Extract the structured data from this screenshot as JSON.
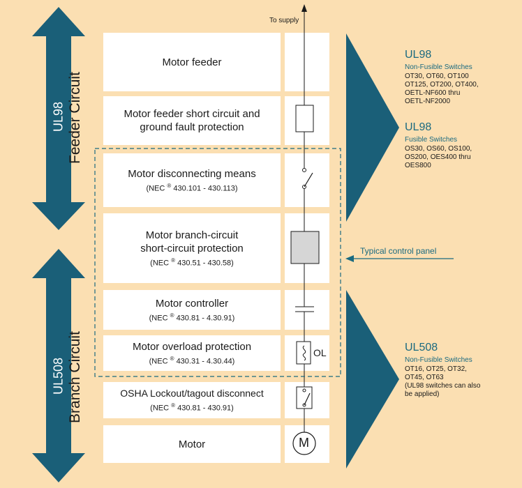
{
  "colors": {
    "background": "#fbdfb2",
    "accent": "#1a5f78",
    "accent_text": "#1a6a80",
    "box": "#ffffff",
    "fuse_fill": "#d6d6d6"
  },
  "arrows": {
    "feeder": {
      "ul": "UL98",
      "label": "Feeder Circuit"
    },
    "branch": {
      "ul": "UL508",
      "label": "Branch Circuit"
    }
  },
  "supply_label": "To supply",
  "rows": [
    {
      "title": "Motor feeder",
      "nec": ""
    },
    {
      "title": "Motor feeder short circuit and ground fault protection",
      "nec": ""
    },
    {
      "title": "Motor disconnecting means",
      "nec_prefix": "(NEC",
      "nec_range": "430.101 - 430.113)"
    },
    {
      "title": "Motor branch-circuit short-circuit protection",
      "nec_prefix": "(NEC",
      "nec_range": "430.51 - 430.58)"
    },
    {
      "title": "Motor controller",
      "nec_prefix": "(NEC",
      "nec_range": "430.81 - 4.30.91)"
    },
    {
      "title": "Motor overload protection",
      "nec_prefix": "(NEC",
      "nec_range": "430.31 - 4.30.44)"
    },
    {
      "title": "OSHA Lockout/tagout disconnect",
      "nec_prefix": "(NEC",
      "nec_range": "430.81 - 430.91)"
    },
    {
      "title": "Motor",
      "nec": ""
    }
  ],
  "registered_mark": "®",
  "symbols": {
    "overload_label": "OL",
    "motor_label": "M"
  },
  "typical_control_panel": "Typical control panel",
  "ul_panels": {
    "ul98_nonfusible": {
      "title": "UL98",
      "subtitle": "Non-Fusible Switches",
      "lines": [
        "OT30, OT60, OT100",
        "OT125, OT200, OT400,",
        "OETL-NF600 thru",
        "OETL-NF2000"
      ]
    },
    "ul98_fusible": {
      "title": "UL98",
      "subtitle": "Fusible Switches",
      "lines": [
        "OS30, OS60, OS100,",
        "OS200, OES400 thru",
        "OES800"
      ]
    },
    "ul508_nonfusible": {
      "title": "UL508",
      "subtitle": "Non-Fusible Switches",
      "lines": [
        "OT16, OT25, OT32,",
        "OT45, OT63",
        "(UL98 switches can also",
        "be applied)"
      ]
    }
  }
}
